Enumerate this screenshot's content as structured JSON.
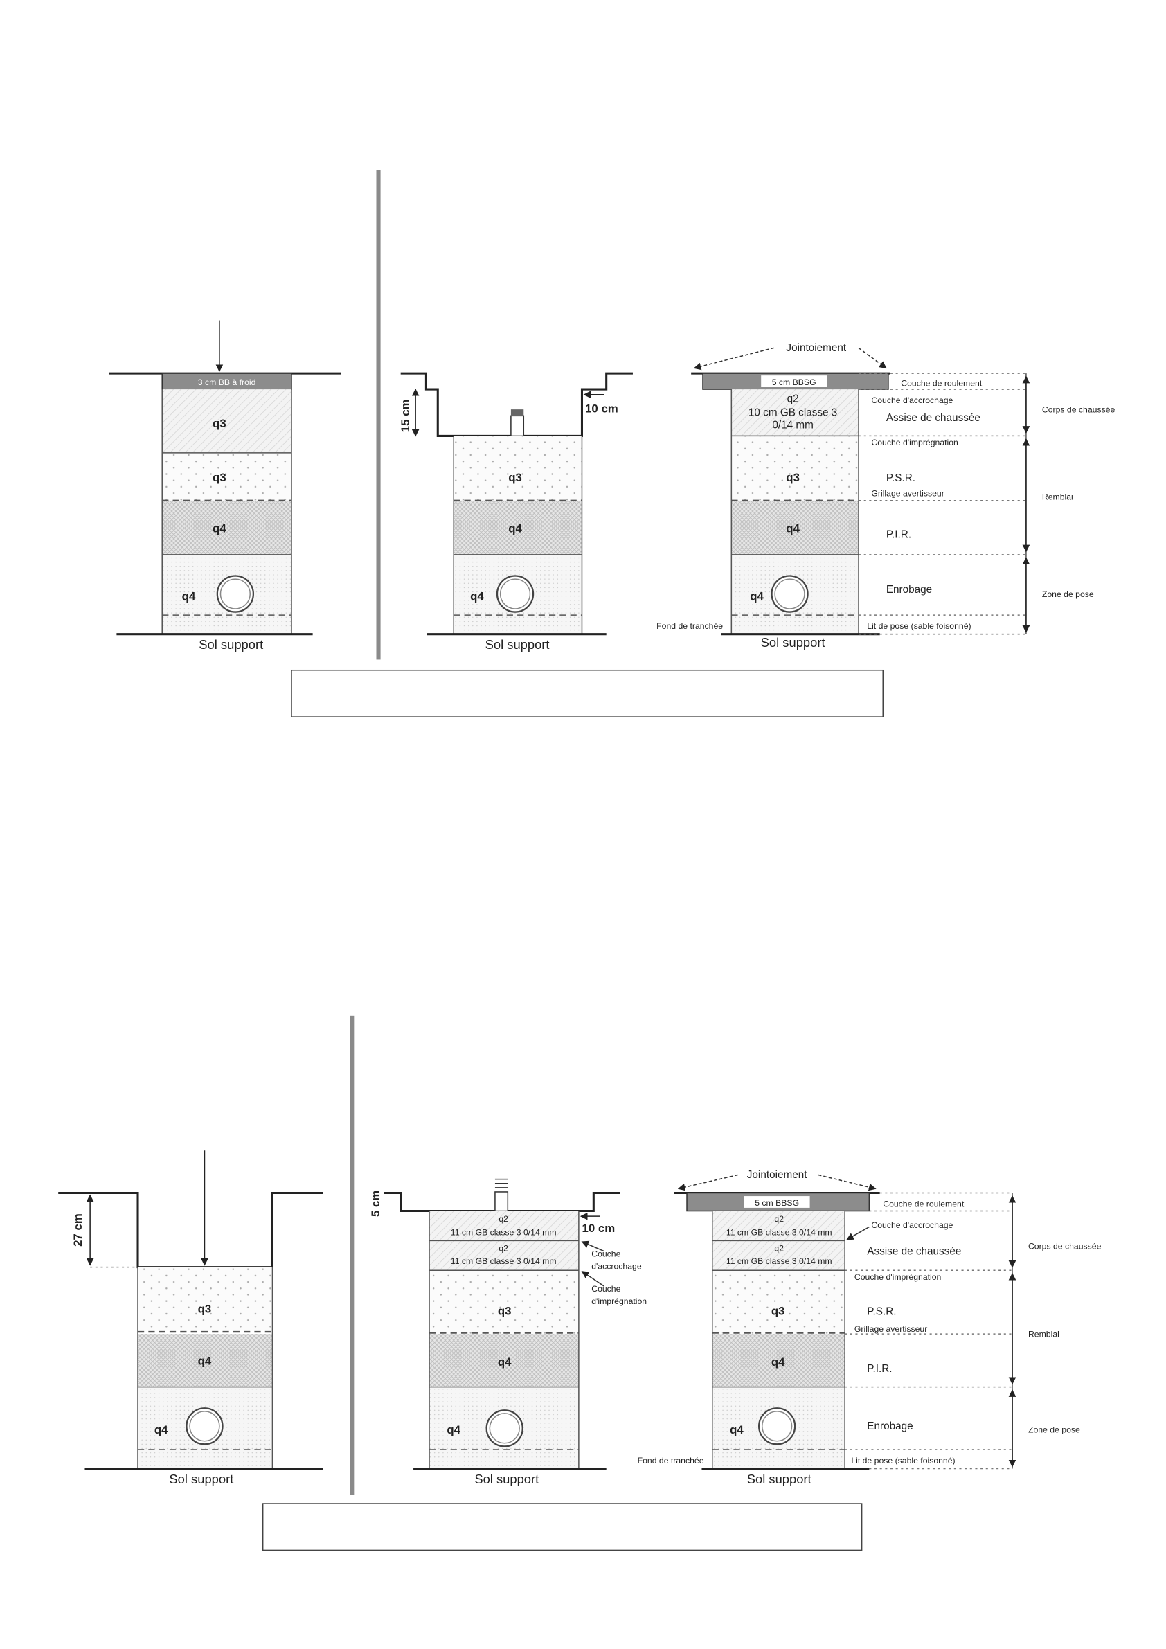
{
  "top": {
    "left": {
      "surface": "3 cm BB à froid",
      "layers": [
        "q3",
        "q3",
        "q4",
        "q4"
      ],
      "ground": "Sol support"
    },
    "middle": {
      "dim_depth": "15 cm",
      "dim_width": "10 cm",
      "layers": [
        "q3",
        "q4",
        "q4"
      ],
      "ground": "Sol support"
    },
    "right": {
      "joint": "Jointoiement",
      "surface": "5 cm BBSG",
      "q2": [
        "q2",
        "10 cm GB classe 3",
        "0/14 mm"
      ],
      "layers": [
        "q3",
        "q4",
        "q4"
      ],
      "labels": {
        "roulement": "Couche de roulement",
        "accrochage": "Couche d'accrochage",
        "assise": "Assise de chaussée",
        "impregnation": "Couche d'imprégnation",
        "psr": "P.S.R.",
        "grillage": "Grillage avertisseur",
        "pir": "P.I.R.",
        "enrobage": "Enrobage",
        "lit": "Lit de pose (sable foisonné)",
        "fond": "Fond de tranchée"
      },
      "ground": "Sol support",
      "groups": [
        "Corps de chaussée",
        "Remblai",
        "Zone de pose"
      ]
    }
  },
  "bottom": {
    "left": {
      "dim_depth": "27 cm",
      "layers": [
        "q3",
        "q4",
        "q4"
      ],
      "ground": "Sol support"
    },
    "middle": {
      "dim_depth": "5 cm",
      "dim_width": "10 cm",
      "q2a": [
        "q2",
        "11 cm GB classe 3 0/14 mm"
      ],
      "q2b": [
        "q2",
        "11 cm GB classe 3 0/14 mm"
      ],
      "accrochage": [
        "Couche",
        "d'accrochage"
      ],
      "impregnation": [
        "Couche",
        "d'imprégnation"
      ],
      "layers": [
        "q3",
        "q4",
        "q4"
      ],
      "ground": "Sol support"
    },
    "right": {
      "joint": "Jointoiement",
      "surface": "5 cm BBSG",
      "q2a": [
        "q2",
        "11 cm GB classe 3 0/14 mm"
      ],
      "q2b": [
        "q2",
        "11 cm GB classe 3 0/14 mm"
      ],
      "layers": [
        "q3",
        "q4",
        "q4"
      ],
      "labels": {
        "roulement": "Couche de roulement",
        "accrochage": "Couche d'accrochage",
        "assise": "Assise de chaussée",
        "impregnation": "Couche d'imprégnation",
        "psr": "P.S.R.",
        "grillage": "Grillage avertisseur",
        "pir": "P.I.R.",
        "enrobage": "Enrobage",
        "lit": "Lit de pose (sable foisonné)",
        "fond": "Fond de tranchée"
      },
      "ground": "Sol support",
      "groups": [
        "Corps de chaussée",
        "Remblai",
        "Zone de pose"
      ]
    }
  },
  "colors": {
    "asphalt": "#8c8c8c",
    "divider": "#8a8a8a"
  }
}
